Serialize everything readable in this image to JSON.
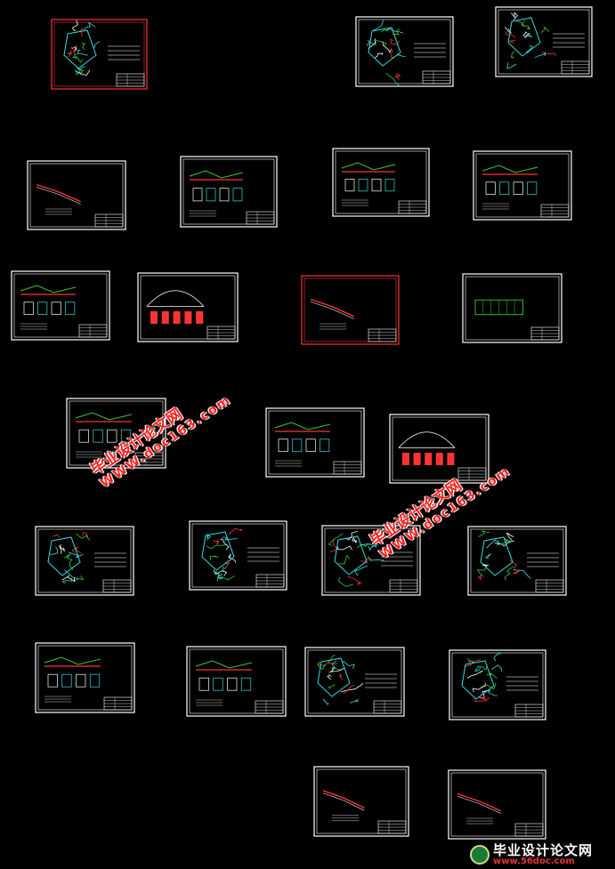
{
  "colors": {
    "background": "#000000",
    "frame": "#ffffff",
    "frame_highlight": "#ff3333",
    "linework_green": "#33cc33",
    "linework_cyan": "#33dddd",
    "linework_red": "#ff3333",
    "watermark": "#ff2020"
  },
  "watermarks": [
    {
      "line1": "毕业设计论文网",
      "line2": "WWW.doc163.com"
    },
    {
      "line1": "毕业设计论文网",
      "line2": "WWW.doc163.com"
    }
  ],
  "brand": {
    "title": "毕业设计论文网",
    "url": "www.56doc.com"
  },
  "sheets": [
    {
      "id": "sheet-01",
      "kind": "site-plan",
      "highlight": true
    },
    {
      "id": "sheet-02",
      "kind": "site-plan"
    },
    {
      "id": "sheet-03",
      "kind": "site-plan"
    },
    {
      "id": "sheet-04",
      "kind": "profile"
    },
    {
      "id": "sheet-05",
      "kind": "section"
    },
    {
      "id": "sheet-06",
      "kind": "section"
    },
    {
      "id": "sheet-07",
      "kind": "detail"
    },
    {
      "id": "sheet-08",
      "kind": "section"
    },
    {
      "id": "sheet-09",
      "kind": "arch"
    },
    {
      "id": "sheet-10",
      "kind": "profile",
      "highlight": true
    },
    {
      "id": "sheet-11",
      "kind": "elevation"
    },
    {
      "id": "sheet-12",
      "kind": "detail"
    },
    {
      "id": "sheet-13",
      "kind": "detail"
    },
    {
      "id": "sheet-14",
      "kind": "arch"
    },
    {
      "id": "sheet-15",
      "kind": "site-plan"
    },
    {
      "id": "sheet-16",
      "kind": "site-plan"
    },
    {
      "id": "sheet-17",
      "kind": "site-plan"
    },
    {
      "id": "sheet-18",
      "kind": "site-plan"
    },
    {
      "id": "sheet-19",
      "kind": "section"
    },
    {
      "id": "sheet-20",
      "kind": "section"
    },
    {
      "id": "sheet-21",
      "kind": "site-plan"
    },
    {
      "id": "sheet-22",
      "kind": "site-plan"
    },
    {
      "id": "sheet-23",
      "kind": "profile"
    },
    {
      "id": "sheet-24",
      "kind": "profile"
    }
  ]
}
